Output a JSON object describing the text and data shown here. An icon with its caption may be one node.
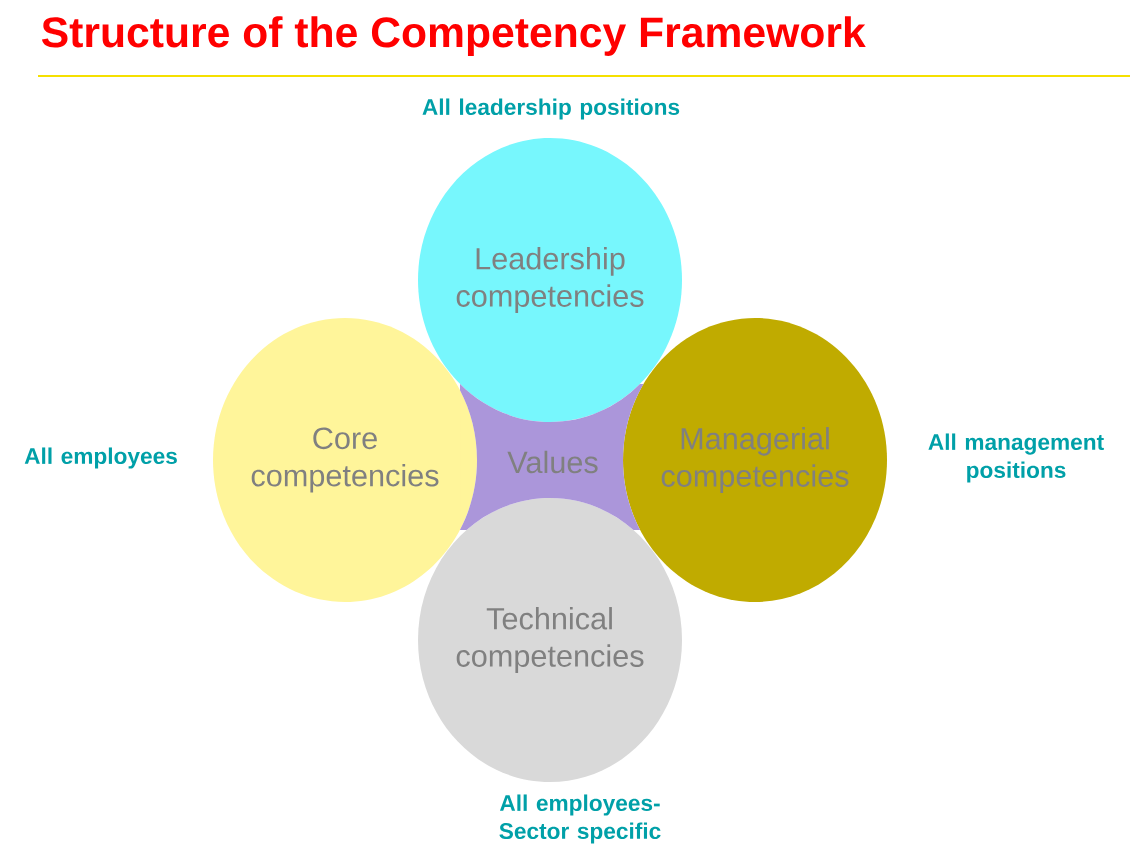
{
  "diagram": {
    "title": "Structure of the Competency Framework",
    "nodes": [
      {
        "text": [
          "Leadership competencies"
        ],
        "beside": [
          "All leadership positions"
        ]
      },
      {
        "text": [
          "Core competencies"
        ],
        "beside": [
          "All employees"
        ]
      },
      {
        "text": [
          "Values"
        ]
      },
      {
        "text": [
          "Managerial competencies"
        ],
        "beside": [
          "All management positions"
        ]
      },
      {
        "text": [
          "Technical competencies"
        ],
        "beside": [
          "All employees- Sector specific"
        ]
      }
    ]
  }
}
